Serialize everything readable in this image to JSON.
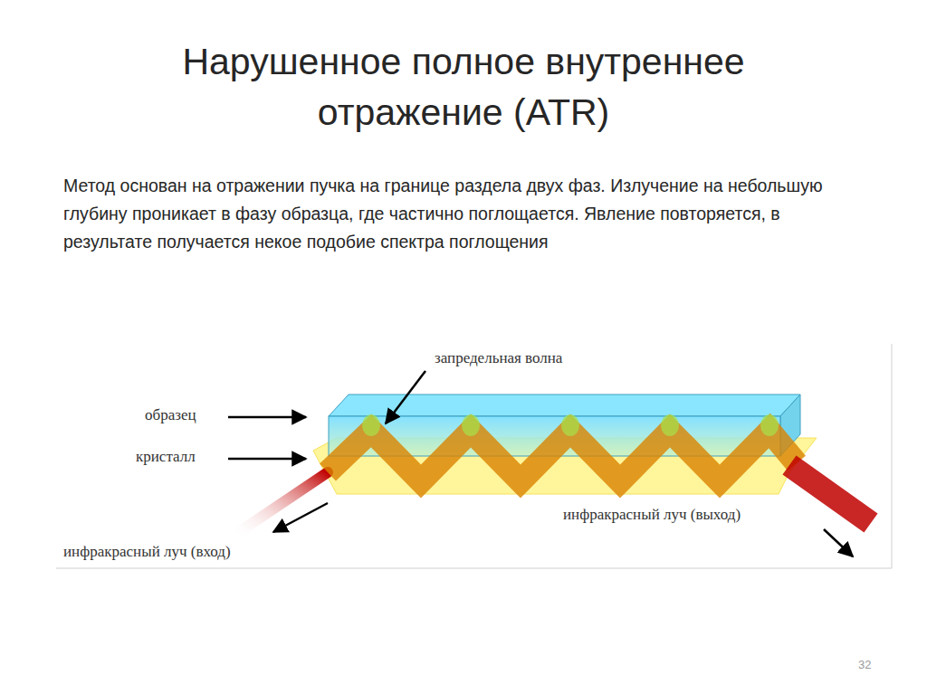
{
  "diagram": {
    "title": "Нарушенное полное внутреннее отражение (ATR)",
    "labels": [
      "Метод основан на отражении пучка на границе раздела двух фаз. Излучение на небольшую глубину проникает в фазу образца, где частично поглощается. Явление повторяется, в результате получается некое подобие спектра поглощения",
      "запредельная волна",
      "образец",
      "кристалл",
      "инфракрасный луч (выход)",
      "инфракрасный луч (вход)",
      "32"
    ]
  }
}
